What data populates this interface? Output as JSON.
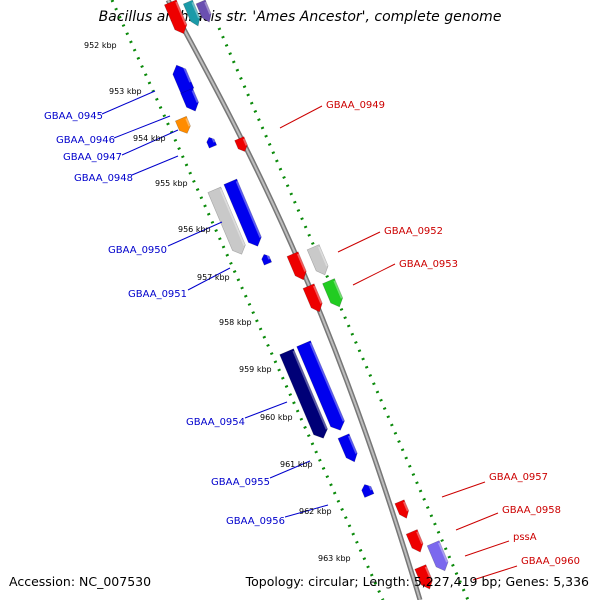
{
  "title": "Bacillus anthracis str. 'Ames Ancestor', complete genome",
  "footer": {
    "accession": "Accession: NC_007530",
    "topology": "Topology: circular; Length: 5,227,419 bp; Genes: 5,336"
  },
  "ticks": [
    "952 kbp",
    "953 kbp",
    "954 kbp",
    "955 kbp",
    "956 kbp",
    "957 kbp",
    "958 kbp",
    "959 kbp",
    "960 kbp",
    "961 kbp",
    "962 kbp",
    "963 kbp"
  ],
  "reverse_labels": [
    "GBAA_0945",
    "GBAA_0946",
    "GBAA_0947",
    "GBAA_0948",
    "GBAA_0950",
    "GBAA_0951",
    "GBAA_0954",
    "GBAA_0955",
    "GBAA_0956"
  ],
  "forward_labels": [
    "GBAA_0949",
    "GBAA_0952",
    "GBAA_0953",
    "GBAA_0957",
    "GBAA_0958",
    "pssA",
    "GBAA_0960"
  ],
  "colors": {
    "reverse_label": "#0000cc",
    "forward_label": "#cc0000",
    "backbone": "#909090",
    "track_dots": "#0a8a0a"
  }
}
